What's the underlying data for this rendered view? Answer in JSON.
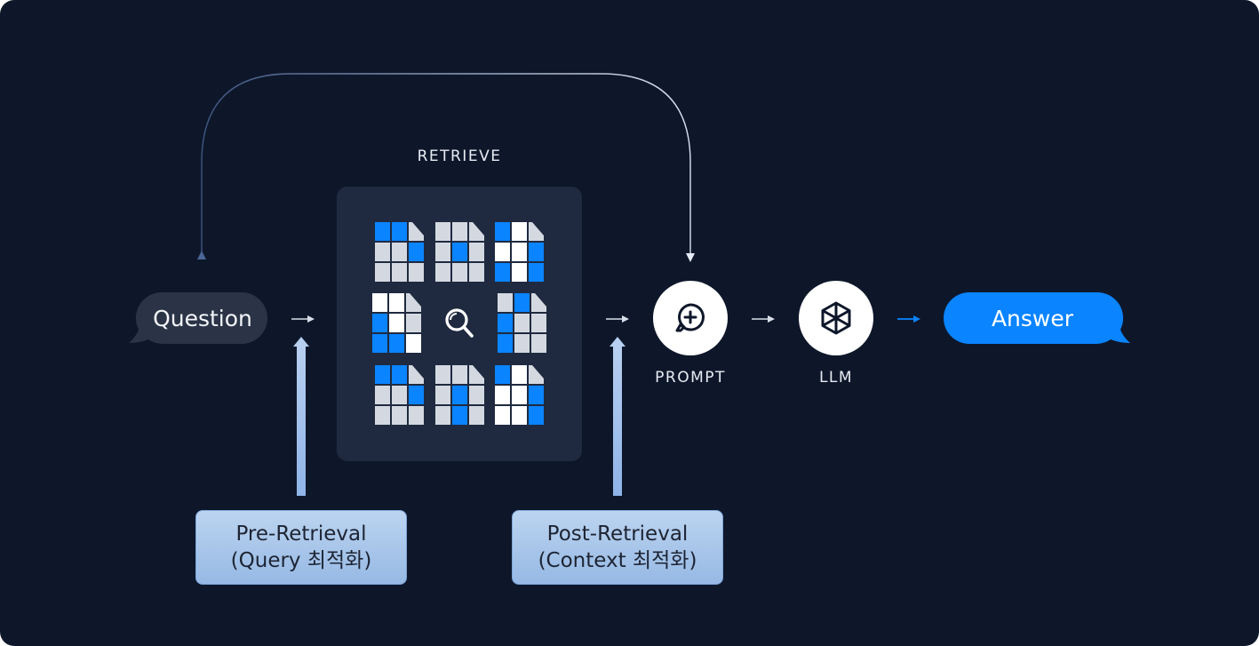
{
  "nodes": {
    "question": "Question",
    "retrieve": "RETRIEVE",
    "prompt": "PROMPT",
    "llm": "LLM",
    "answer": "Answer"
  },
  "notes": {
    "pre_retrieval": {
      "line1": "Pre-Retrieval",
      "line2": "(Query 최적화)"
    },
    "post_retrieval": {
      "line1": "Post-Retrieval",
      "line2": "(Context 최적화)"
    }
  },
  "icons": {
    "prompt": "chat-plus-icon",
    "llm": "hexagon-cube-icon",
    "retrieve_center": "magnifier-icon",
    "documents": "grid-document-icon"
  },
  "colors": {
    "background": "#0e172a",
    "panel": "#1f2a40",
    "accent_blue": "#0a84ff",
    "grey_bubble": "#2b3446",
    "note_fill": "#a7c6ea"
  }
}
